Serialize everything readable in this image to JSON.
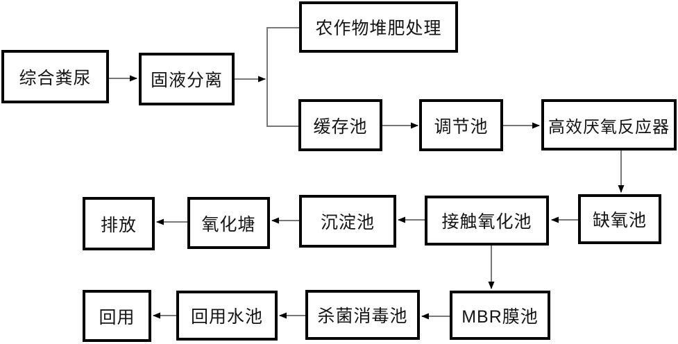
{
  "diagram": {
    "type": "flowchart",
    "background_color": "#ffffff",
    "box_border_color": "#000000",
    "connector_color": "#777777",
    "arrowhead_color": "#000000",
    "nodes": {
      "combined_manure": "综合粪尿",
      "solid_liquid_separation": "固液分离",
      "crop_composting": "农作物堆肥处理",
      "buffer_tank": "缓存池",
      "regulating_tank": "调节池",
      "anaerobic_reactor": "高效厌氧反应器",
      "anoxic_tank": "缺氧池",
      "contact_oxidation_tank": "接触氧化池",
      "sedimentation_tank": "沉淀池",
      "oxidation_pond": "氧化塘",
      "discharge": "排放",
      "mbr_membrane_tank": "MBR膜池",
      "disinfection_tank": "杀菌消毒池",
      "reuse_water_tank": "回用水池",
      "reuse": "回用"
    },
    "edges": [
      {
        "from": "综合粪尿",
        "to": "固液分离"
      },
      {
        "from": "固液分离",
        "to": "农作物堆肥处理"
      },
      {
        "from": "固液分离",
        "to": "缓存池"
      },
      {
        "from": "缓存池",
        "to": "调节池"
      },
      {
        "from": "调节池",
        "to": "高效厌氧反应器"
      },
      {
        "from": "高效厌氧反应器",
        "to": "缺氧池"
      },
      {
        "from": "缺氧池",
        "to": "接触氧化池"
      },
      {
        "from": "接触氧化池",
        "to": "沉淀池"
      },
      {
        "from": "沉淀池",
        "to": "氧化塘"
      },
      {
        "from": "氧化塘",
        "to": "排放"
      },
      {
        "from": "接触氧化池",
        "to": "MBR膜池"
      },
      {
        "from": "MBR膜池",
        "to": "杀菌消毒池"
      },
      {
        "from": "杀菌消毒池",
        "to": "回用水池"
      },
      {
        "from": "回用水池",
        "to": "回用"
      }
    ]
  }
}
